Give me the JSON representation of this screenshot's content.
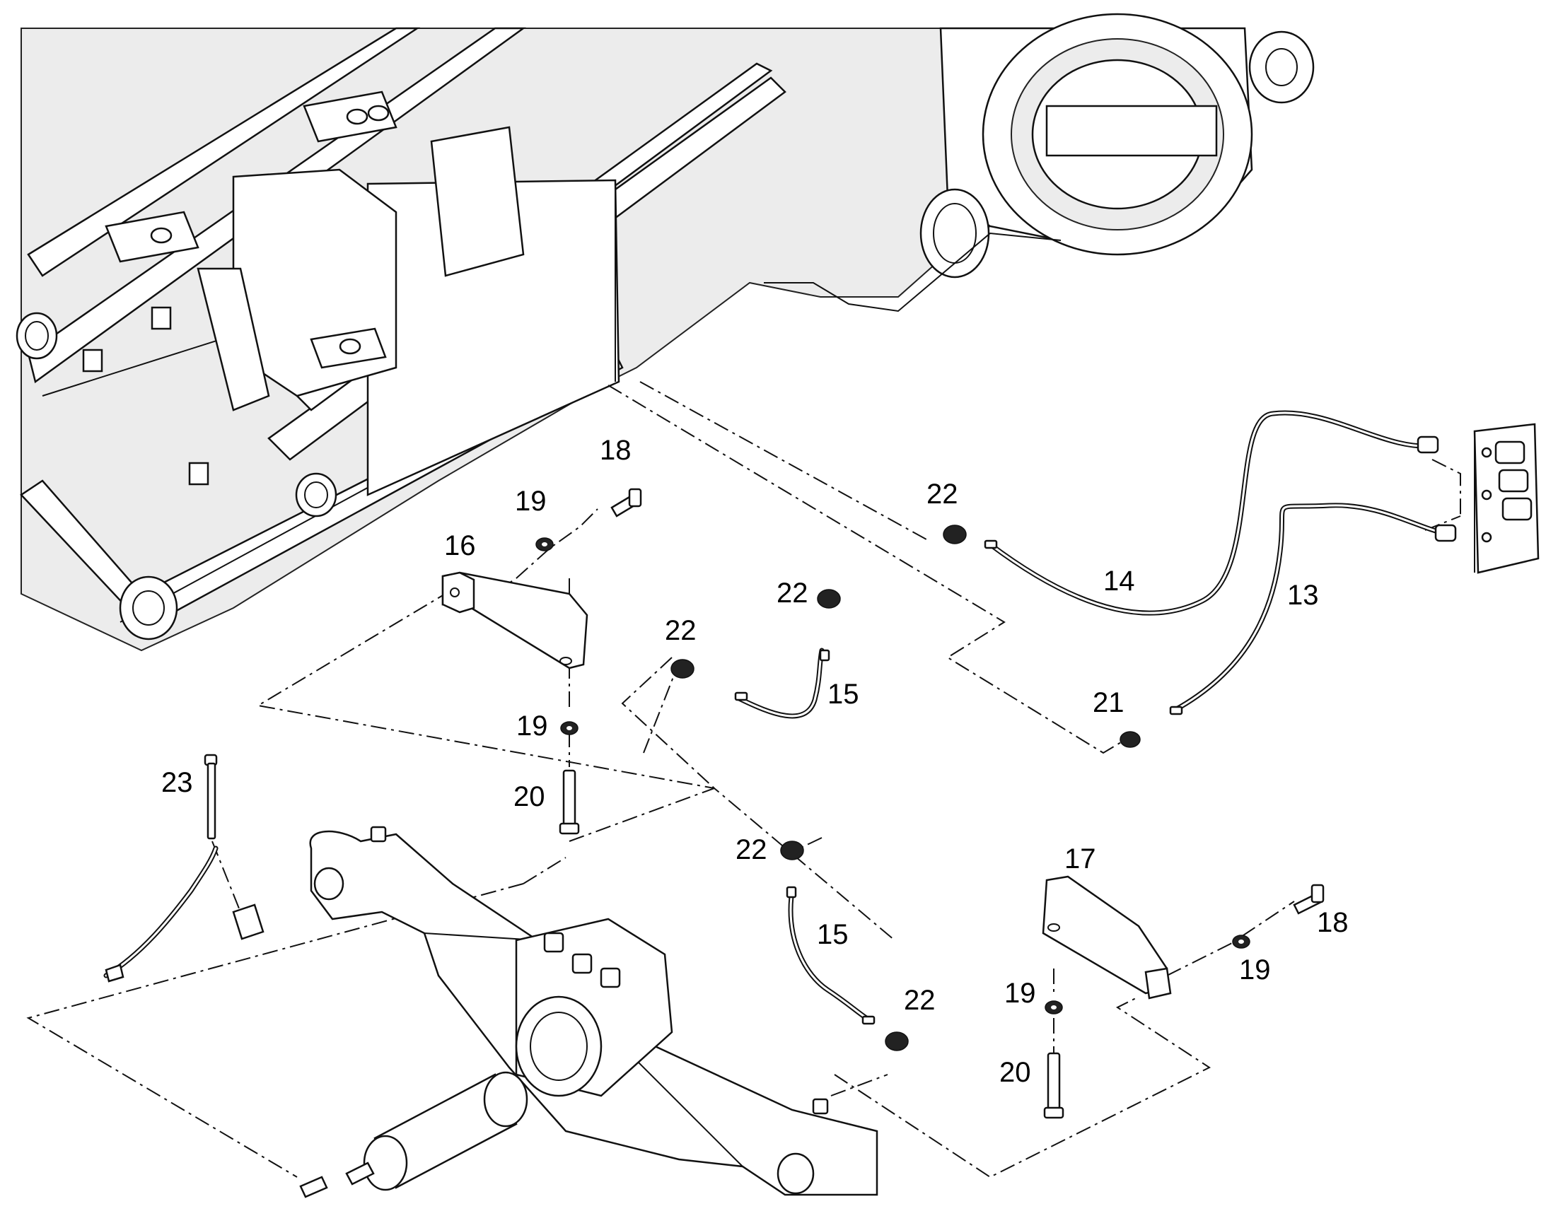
{
  "diagram": {
    "callouts": {
      "c13": "13",
      "c14": "14",
      "c15a": "15",
      "c15b": "15",
      "c16": "16",
      "c17": "17",
      "c18a": "18",
      "c18b": "18",
      "c19a": "19",
      "c19b": "19",
      "c19c": "19",
      "c19d": "19",
      "c20a": "20",
      "c20b": "20",
      "c21": "21",
      "c22a": "22",
      "c22b": "22",
      "c22c": "22",
      "c22d": "22",
      "c22e": "22",
      "c23": "23"
    }
  }
}
